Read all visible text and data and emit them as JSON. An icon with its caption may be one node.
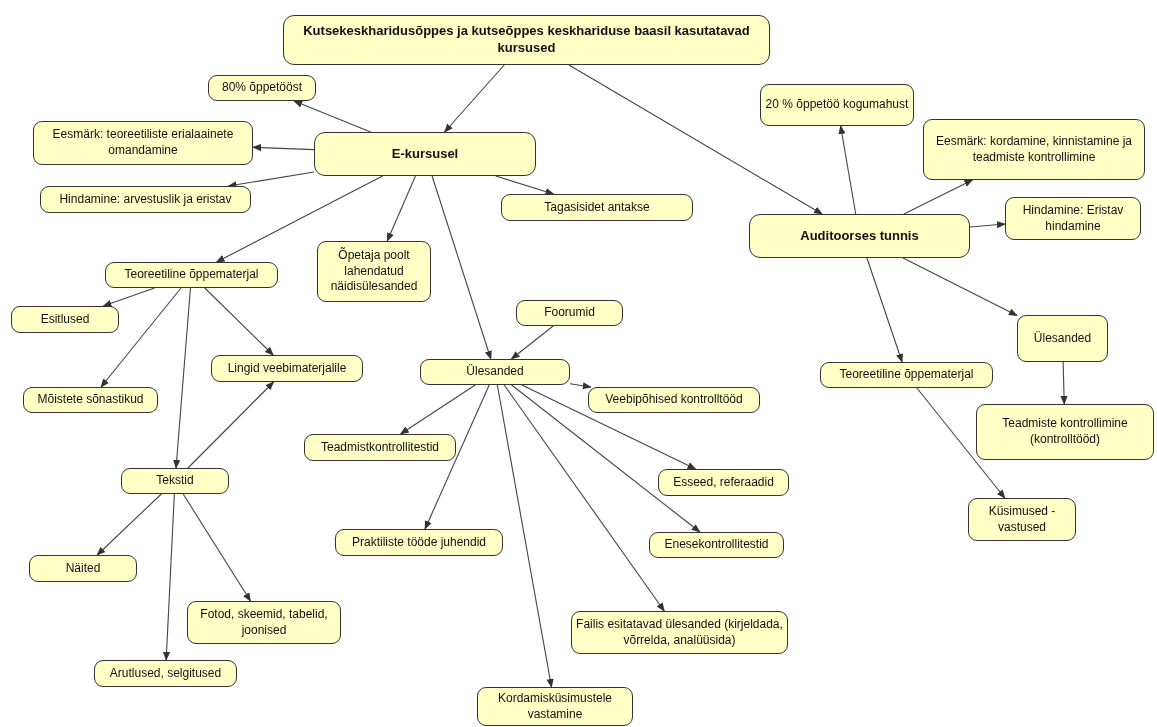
{
  "diagram": {
    "nodes": [
      {
        "text": [
          "Kutsekeskharidusõppes ja kutseõppes keskhariduse baasil kasutatavad kursused"
        ]
      },
      {
        "text": [
          "80% õppetööst"
        ]
      },
      {
        "text": [
          "Eesmärk: teoreetiliste erialaainete omandamine"
        ]
      },
      {
        "text": [
          "Hindamine: arvestuslik ja eristav"
        ]
      },
      {
        "text": [
          "E-kursusel"
        ]
      },
      {
        "text": [
          "Tagasisidet antakse"
        ]
      },
      {
        "text": [
          "Õpetaja poolt lahendatud näidisülesanded"
        ]
      },
      {
        "text": [
          "Teoreetiline  õppematerjal"
        ]
      },
      {
        "text": [
          "Esitlused"
        ]
      },
      {
        "text": [
          "Mõistete sõnastikud"
        ]
      },
      {
        "text": [
          "Lingid veebimaterjalile"
        ]
      },
      {
        "text": [
          "Tekstid"
        ]
      },
      {
        "text": [
          "Näited"
        ]
      },
      {
        "text": [
          "Fotod, skeemid, tabelid, joonised"
        ]
      },
      {
        "text": [
          "Arutlused, selgitused"
        ]
      },
      {
        "text": [
          "Foorumid"
        ]
      },
      {
        "text": [
          "Ülesanded"
        ]
      },
      {
        "text": [
          "Veebipõhised kontrolltööd"
        ]
      },
      {
        "text": [
          "Teadmistkontrollitestid"
        ]
      },
      {
        "text": [
          "Praktiliste tööde juhendid"
        ]
      },
      {
        "text": [
          "Esseed, referaadid"
        ]
      },
      {
        "text": [
          "Enesekontrollitestid"
        ]
      },
      {
        "text": [
          "Failis esitatavad ülesanded (kirjeldada, võrrelda, analüüsida)"
        ]
      },
      {
        "text": [
          "Kordamisküsimustele vastamine"
        ]
      },
      {
        "text": [
          "20 % õppetöö kogumahust"
        ]
      },
      {
        "text": [
          "Eesmärk: kordamine, kinnistamine ja teadmiste kontrollimine"
        ]
      },
      {
        "text": [
          "Auditoorses tunnis"
        ]
      },
      {
        "text": [
          "Hindamine: Eristav hindamine"
        ]
      },
      {
        "text": [
          "Ülesanded"
        ]
      },
      {
        "text": [
          "Teoreetiline  õppematerjal"
        ]
      },
      {
        "text": [
          "Teadmiste kontrollimine (kontrolltööd)"
        ]
      },
      {
        "text": [
          "Küsimused - vastused"
        ]
      }
    ],
    "edges": [
      {
        "from": 0,
        "to": 4,
        "arrow": "to"
      },
      {
        "from": 0,
        "to": 26,
        "arrow": "to"
      },
      {
        "from": 4,
        "to": 1,
        "arrow": "to"
      },
      {
        "from": 4,
        "to": 2,
        "arrow": "to"
      },
      {
        "from": 4,
        "to": 3,
        "arrow": "to"
      },
      {
        "from": 4,
        "to": 5,
        "arrow": "to"
      },
      {
        "from": 4,
        "to": 6,
        "arrow": "to"
      },
      {
        "from": 4,
        "to": 7,
        "arrow": "to"
      },
      {
        "from": 4,
        "to": 16,
        "arrow": "to"
      },
      {
        "from": 7,
        "to": 8,
        "arrow": "to"
      },
      {
        "from": 7,
        "to": 9,
        "arrow": "to"
      },
      {
        "from": 7,
        "to": 10,
        "arrow": "to"
      },
      {
        "from": 7,
        "to": 11,
        "arrow": "to"
      },
      {
        "from": 11,
        "to": 10,
        "arrow": "to"
      },
      {
        "from": 11,
        "to": 12,
        "arrow": "to"
      },
      {
        "from": 11,
        "to": 13,
        "arrow": "to"
      },
      {
        "from": 11,
        "to": 14,
        "arrow": "to"
      },
      {
        "from": 15,
        "to": 16,
        "arrow": "to"
      },
      {
        "from": 16,
        "to": 17,
        "arrow": "to"
      },
      {
        "from": 16,
        "to": 18,
        "arrow": "to"
      },
      {
        "from": 16,
        "to": 19,
        "arrow": "to"
      },
      {
        "from": 16,
        "to": 20,
        "arrow": "to"
      },
      {
        "from": 16,
        "to": 21,
        "arrow": "to"
      },
      {
        "from": 16,
        "to": 22,
        "arrow": "to"
      },
      {
        "from": 16,
        "to": 23,
        "arrow": "to"
      },
      {
        "from": 26,
        "to": 24,
        "arrow": "to"
      },
      {
        "from": 26,
        "to": 25,
        "arrow": "to"
      },
      {
        "from": 26,
        "to": 27,
        "arrow": "to"
      },
      {
        "from": 26,
        "to": 28,
        "arrow": "to"
      },
      {
        "from": 26,
        "to": 29,
        "arrow": "to"
      },
      {
        "from": 28,
        "to": 30,
        "arrow": "to"
      },
      {
        "from": 29,
        "to": 31,
        "arrow": "to"
      }
    ]
  }
}
